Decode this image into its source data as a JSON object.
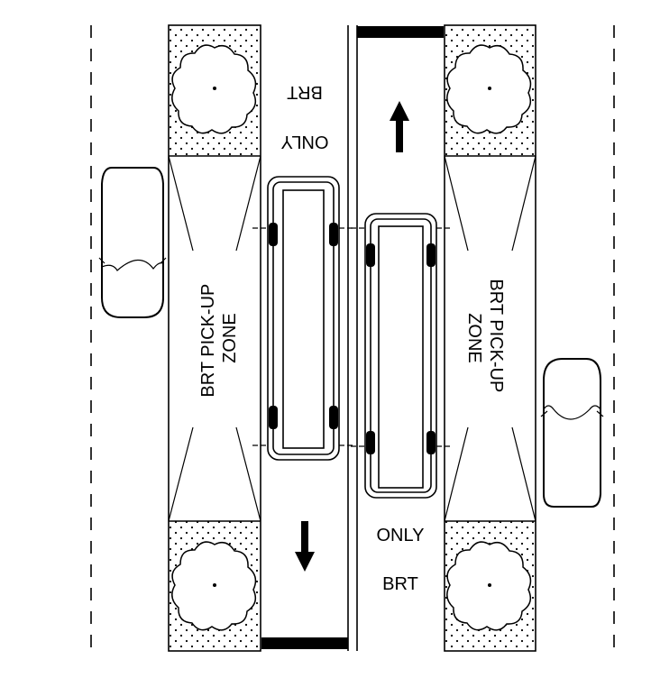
{
  "figure": {
    "left_station_label_1": "BRT PICK-UP",
    "left_station_label_2": "ZONE",
    "right_station_label_1": "BRT PICK-UP",
    "right_station_label_2": "ZONE",
    "left_lane_text_1": "BRT",
    "left_lane_text_2": "ONLY",
    "right_lane_text_1": "ONLY",
    "right_lane_text_2": "BRT"
  },
  "icons": {
    "tree": "tree-icon",
    "arrow_up": "arrow-up-icon",
    "arrow_down": "arrow-down-icon",
    "car": "car-icon",
    "bus": "bus-icon"
  },
  "colors": {
    "line": "#000000",
    "background": "#ffffff"
  }
}
